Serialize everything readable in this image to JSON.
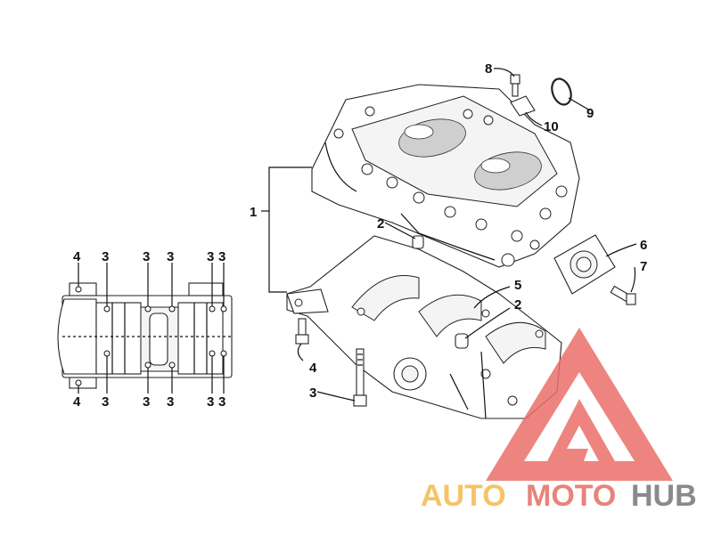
{
  "callouts": {
    "main": [
      "1",
      "2",
      "2",
      "3",
      "4",
      "5",
      "6",
      "7",
      "8",
      "9",
      "10"
    ],
    "side": [
      "4",
      "3",
      "3",
      "3",
      "3",
      "3",
      "4",
      "3",
      "3",
      "3",
      "3",
      "3"
    ]
  },
  "watermark": {
    "prefix": "AUTO",
    "middle": "MOTO",
    "suffix": "HUB",
    "color_main": "#f4c466",
    "color_middle": "#e8837a",
    "color_suffix": "#8a8a8a",
    "logo_color": "#ea6f6a"
  }
}
